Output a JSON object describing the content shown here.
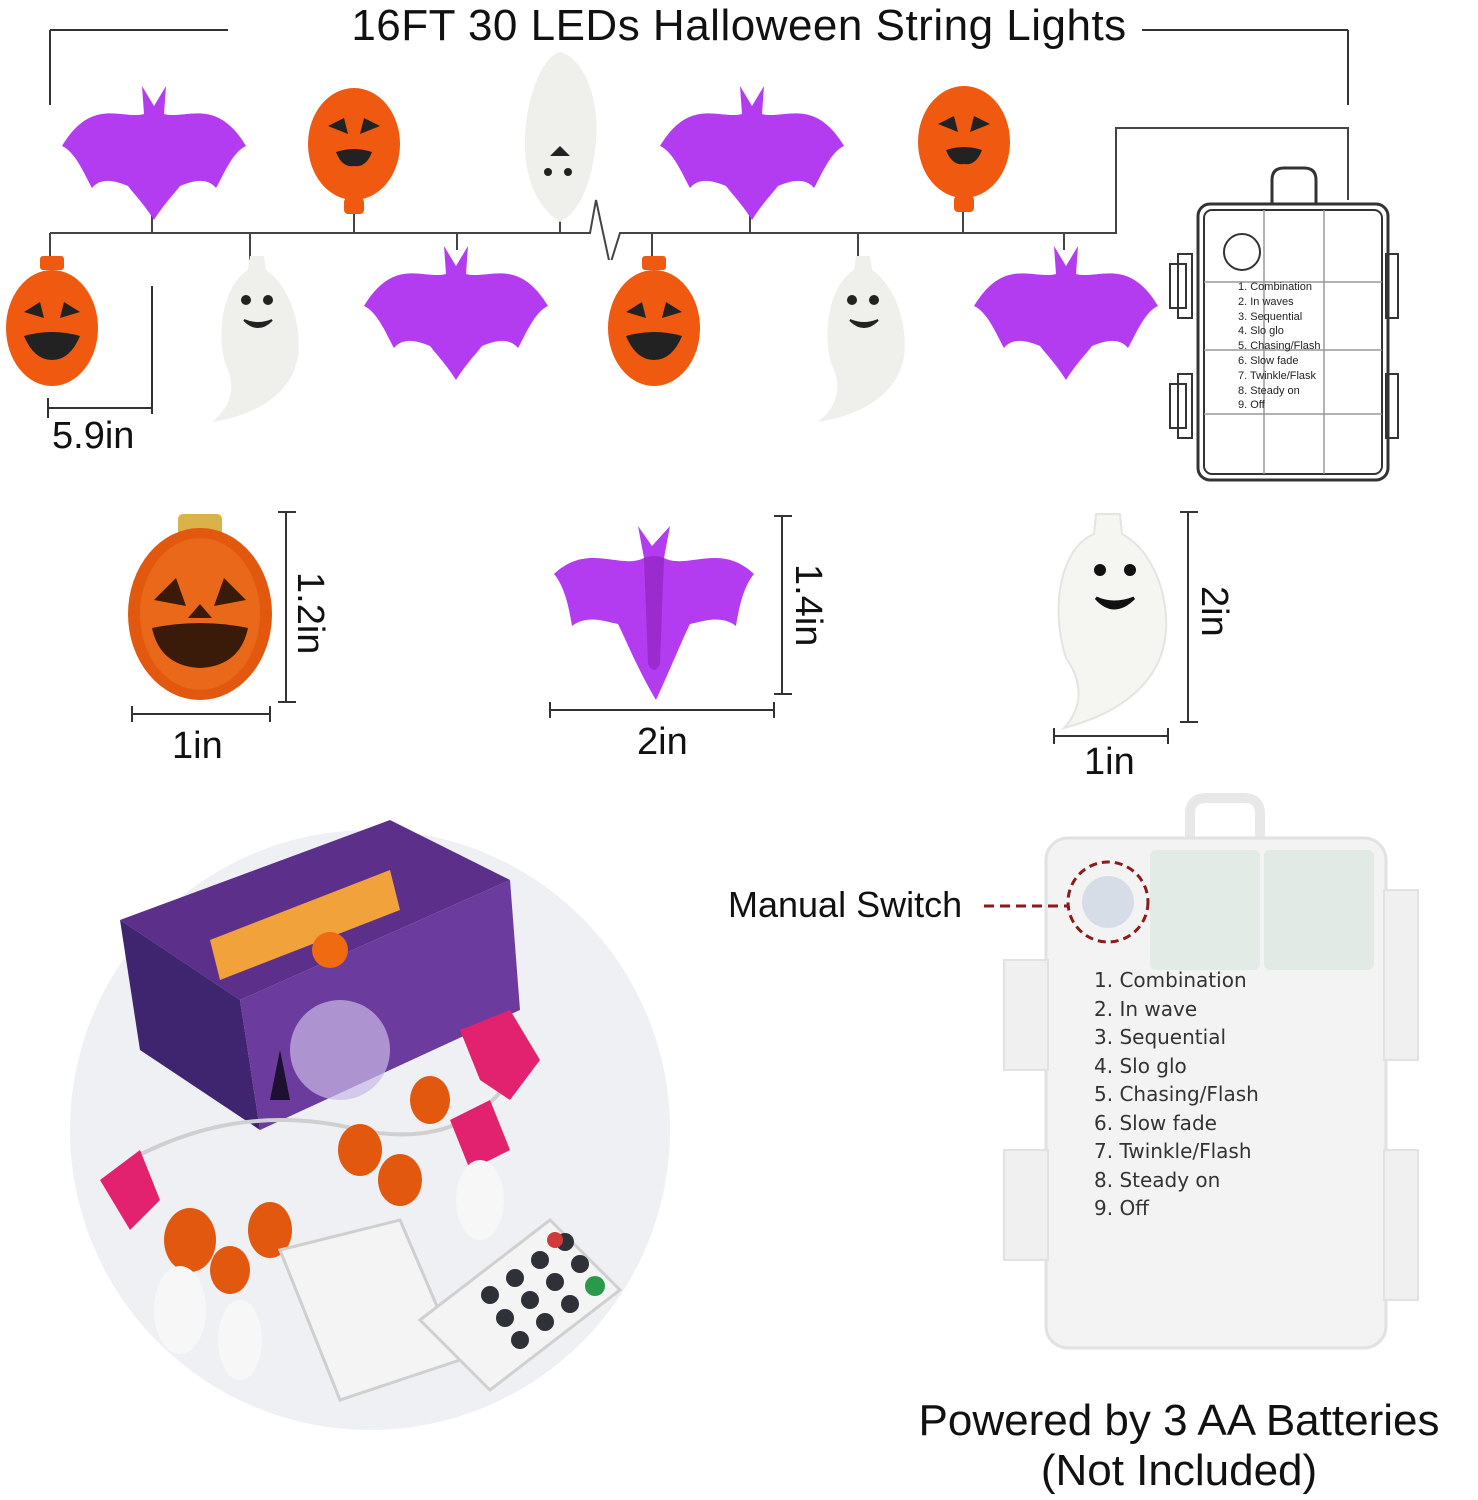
{
  "title": "16FT 30 LEDs Halloween String Lights",
  "spacing_label": "5.9in",
  "pieces": {
    "pumpkin": {
      "height": "1.2in",
      "width": "1in"
    },
    "bat": {
      "height": "1.4in",
      "width": "2in"
    },
    "ghost": {
      "height": "2in",
      "width": "1in"
    }
  },
  "modes_small": [
    "1. Combination",
    "2. In waves",
    "3. Sequential",
    "4. Slo glo",
    "5. Chasing/Flash",
    "6. Slow fade",
    "7. Twinkle/Flask",
    "8. Steady on",
    "9. Off"
  ],
  "modes_large": [
    "1. Combination",
    "2. In wave",
    "3. Sequential",
    "4. Slo glo",
    "5. Chasing/Flash",
    "6. Slow fade",
    "7. Twinkle/Flash",
    "8. Steady on",
    "9. Off"
  ],
  "switch_label": "Manual Switch",
  "power": {
    "line1": "Powered by 3 AA Batteries",
    "line2": "(Not Included)"
  },
  "colors": {
    "bat": "#b43cf0",
    "pumpkin": "#ef5a10",
    "ghost": "#f4f4f0",
    "switch_marker": "#8b1a1a"
  },
  "icons": [
    "bat-icon",
    "pumpkin-icon",
    "ghost-icon",
    "battery-box-icon",
    "remote-icon",
    "package-box-icon"
  ]
}
